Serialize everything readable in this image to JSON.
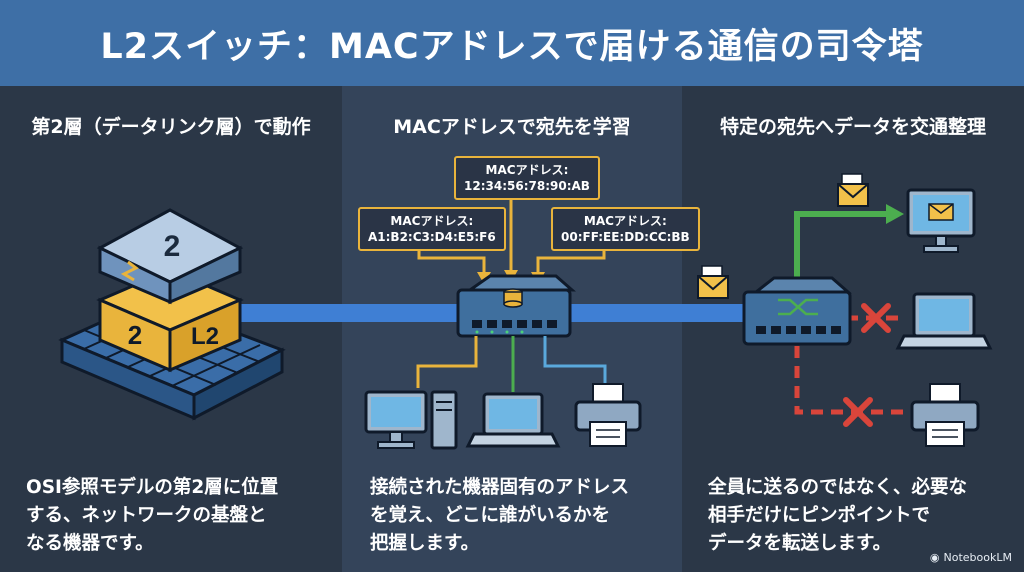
{
  "title": "L2スイッチ：MACアドレスで届ける通信の司令塔",
  "columns": [
    {
      "heading": "第2層（データリンク層）で動作",
      "desc_lines": [
        "OSI参照モデルの第2層に位置",
        "する、ネットワークの基盤と",
        "なる機器です。"
      ],
      "layer_labels": [
        "2",
        "2",
        "L2"
      ]
    },
    {
      "heading": "MACアドレスで宛先を学習",
      "desc_lines": [
        "接続された機器固有のアドレス",
        "を覚え、どこに誰がいるかを",
        "把握します。"
      ],
      "mac_labels": [
        {
          "title": "MACアドレス:",
          "value": "12:34:56:78:90:AB"
        },
        {
          "title": "MACアドレス:",
          "value": "A1:B2:C3:D4:E5:F6"
        },
        {
          "title": "MACアドレス:",
          "value": "00:FF:EE:DD:CC:BB"
        }
      ]
    },
    {
      "heading": "特定の宛先へデータを交通整理",
      "desc_lines": [
        "全員に送るのではなく、必要な",
        "相手だけにピンポイントで",
        "データを転送します。"
      ]
    }
  ],
  "brand": "NotebookLM",
  "colors": {
    "title_bg": "#3e6fa6",
    "accent_yellow": "#e9b43c",
    "link_blue": "#3f7fd4",
    "green": "#4cae4f",
    "red": "#d9453b",
    "device_blue": "#5aa9dc"
  }
}
